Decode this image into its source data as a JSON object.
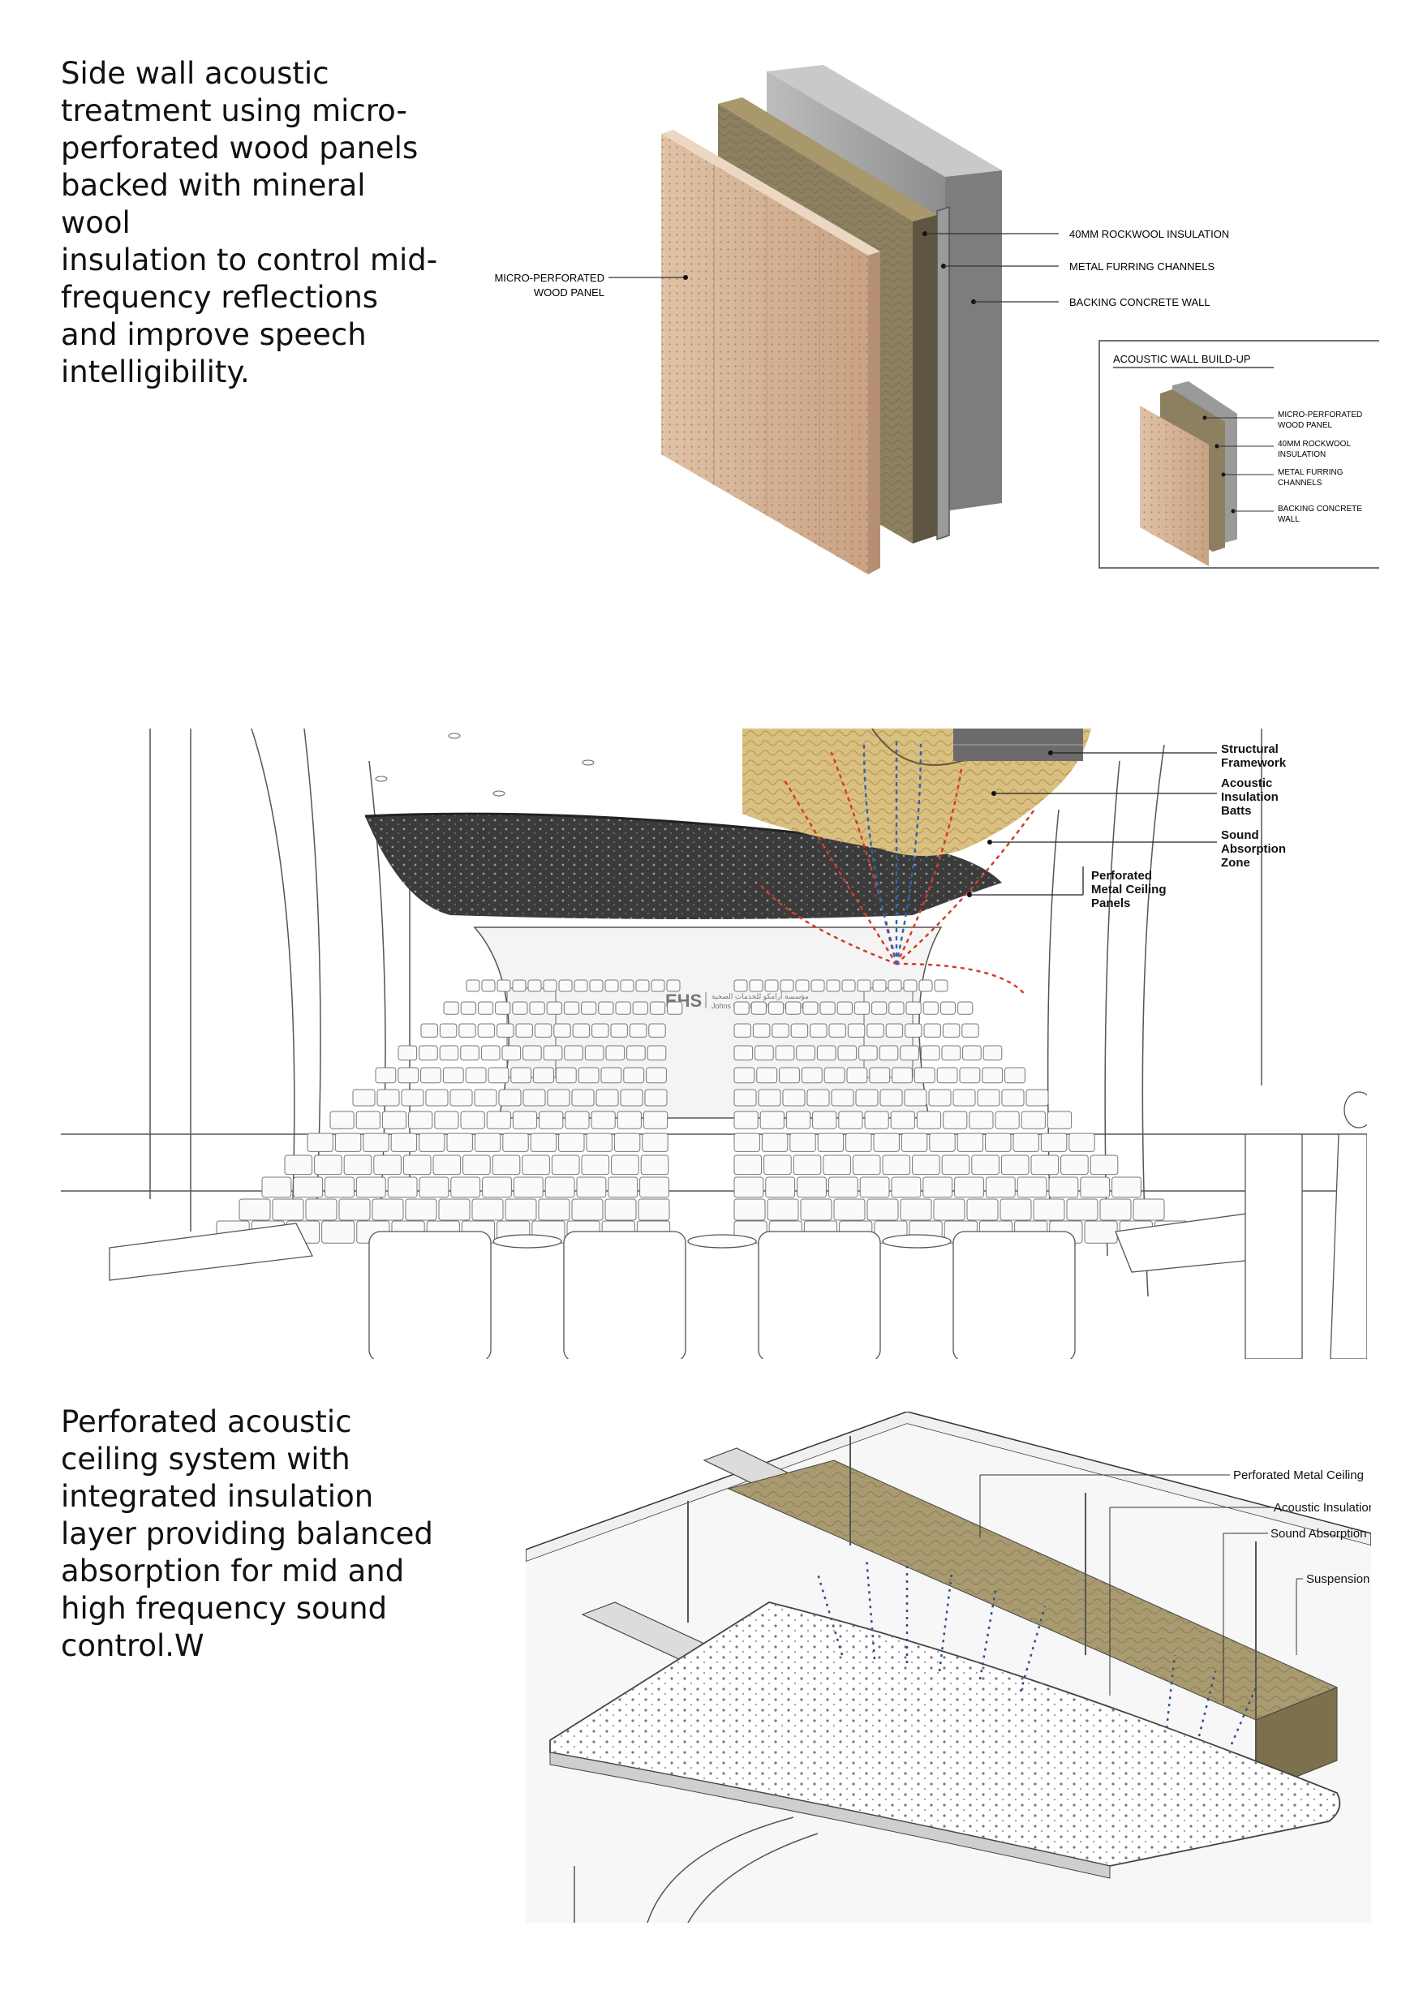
{
  "section1": {
    "caption": "Side wall acoustic\ntreatment using micro-\nperforated wood panels\nbacked with mineral wool\ninsulation to control mid-\nfrequency reflections\nand improve speech\nintelligibility.",
    "labels": {
      "panel": [
        "MICRO-PERFORATED",
        "WOOD PANEL"
      ],
      "rockwool": "40MM ROCKWOOL INSULATION",
      "furring": "METAL FURRING CHANNELS",
      "concrete": "BACKING CONCRETE WALL"
    },
    "inset": {
      "title": "ACOUSTIC WALL BUILD-UP",
      "items": [
        [
          "MICRO-PERFORATED",
          "WOOD PANEL"
        ],
        [
          "40MM ROCKWOOL",
          "INSULATION"
        ],
        [
          "METAL FURRING",
          "CHANNELS"
        ],
        [
          "BACKING CONCRETE",
          "WALL"
        ]
      ]
    }
  },
  "section2": {
    "labels": [
      [
        "Structural",
        "Framework"
      ],
      [
        "Acoustic",
        "Insulation",
        "Batts"
      ],
      [
        "Sound",
        "Absorption",
        "Zone"
      ],
      [
        "Perforated",
        "Metal Ceiling",
        "Panels"
      ]
    ],
    "logo": {
      "mark": "EHS",
      "arabic": "مؤسسة أرامكو للخدمات الصحية",
      "english": "Johns Hopkins Aramco Healthcare"
    }
  },
  "section3": {
    "caption": "Perforated acoustic\nceiling system with\nintegrated insulation\nlayer providing balanced\nabsorption for mid and\nhigh frequency sound\ncontrol.W",
    "labels": {
      "ceiling": "Perforated Metal Ceiling",
      "insulation": "Acoustic Insulation",
      "absorption": "Sound Absorption I",
      "suspension": "Suspension S"
    }
  },
  "colors": {
    "wood": "#d6b497",
    "rockwool": "#8c8060",
    "concrete": "#a9a9a9",
    "metal": "#3c3c3c",
    "red": "#d63a2a",
    "blue": "#2f64b4"
  }
}
